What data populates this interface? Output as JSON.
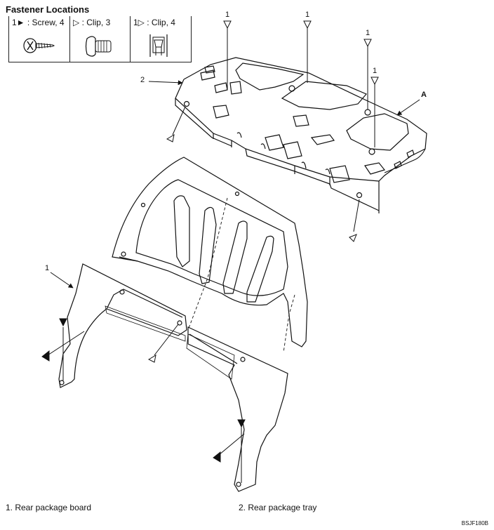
{
  "legend": {
    "title": "Fastener Locations",
    "items": [
      {
        "label": "1► : Screw, 4",
        "icon": "screw-icon"
      },
      {
        "label": "▷ : Clip, 3",
        "icon": "push-clip-icon"
      },
      {
        "label": "1▷ : Clip, 4",
        "icon": "square-clip-icon"
      }
    ]
  },
  "callouts": {
    "tray_index": "2",
    "board_index": "1",
    "detail_a": "A",
    "top_1a": "1",
    "top_1b": "1",
    "top_1c": "1",
    "top_1d": "1"
  },
  "captions": {
    "part1": "1. Rear package board",
    "part2": "2. Rear package tray"
  },
  "figure_code": "BSJF180B"
}
